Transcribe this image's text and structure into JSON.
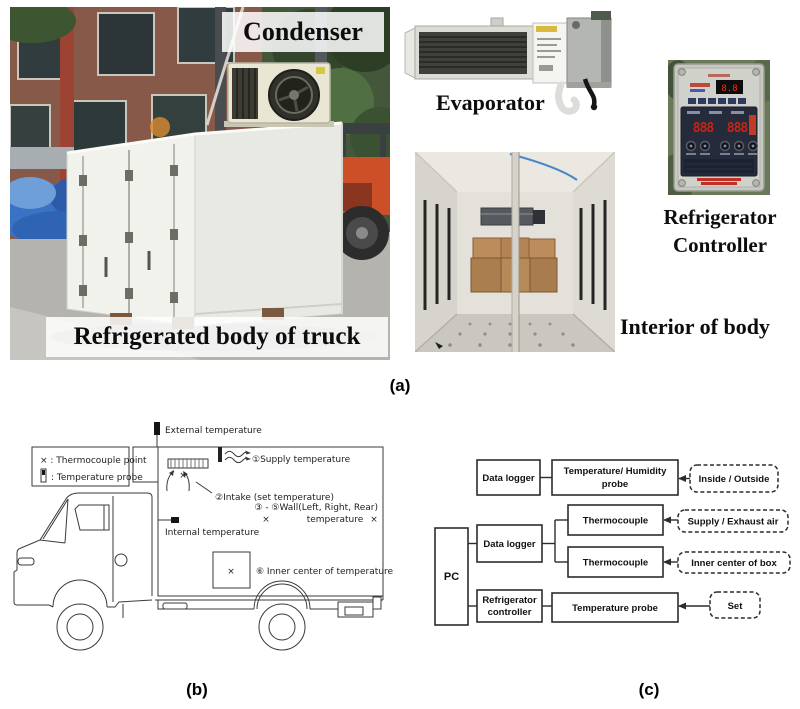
{
  "figure": {
    "panel_a_label": "(a)",
    "panel_b_label": "(b)",
    "panel_c_label": "(c)"
  },
  "panel_a": {
    "condenser_label": "Condenser",
    "truck_caption": "Refrigerated body of truck",
    "evaporator_caption": "Evaporator",
    "controller_caption_line1": "Refrigerator",
    "controller_caption_line2": "Controller",
    "interior_caption": "Interior of body",
    "controller": {
      "top_display": "8.8",
      "seg_left": "888",
      "seg_right": "888"
    }
  },
  "panel_b": {
    "legend_thermocouple": "× : Thermocouple point",
    "legend_probe": ": Temperature probe",
    "external": "External temperature",
    "supply": "①Supply temperature",
    "intake": "②Intake (set temperature)",
    "wall_line1": "③ - ⑤Wall(Left, Right, Rear)",
    "wall_line2": "temperature",
    "internal": "Internal temperature",
    "inner_center": "⑥ Inner center of temperature",
    "x_mark": "×"
  },
  "panel_c": {
    "pc": "PC",
    "data_logger_top": "Data logger",
    "temp_humidity_line1": "Temperature/ Humidity",
    "temp_humidity_line2": "probe",
    "inside_outside": "Inside / Outside",
    "data_logger_mid": "Data logger",
    "thermocouple_top": "Thermocouple",
    "supply_exhaust_air": "Supply / Exhaust air",
    "thermocouple_bottom": "Thermocouple",
    "inner_center_of_box": "Inner center of box",
    "refrigerator_controller_line1": "Refrigerator",
    "refrigerator_controller_line2": "controller",
    "temperature_probe": "Temperature probe",
    "set": "Set"
  },
  "colors": {
    "diagram_line": "#2e2e2e",
    "seven_segment_red": "#d8301c",
    "tarp_blue": "#3a72c4",
    "truck_body_white": "#efefe9"
  }
}
